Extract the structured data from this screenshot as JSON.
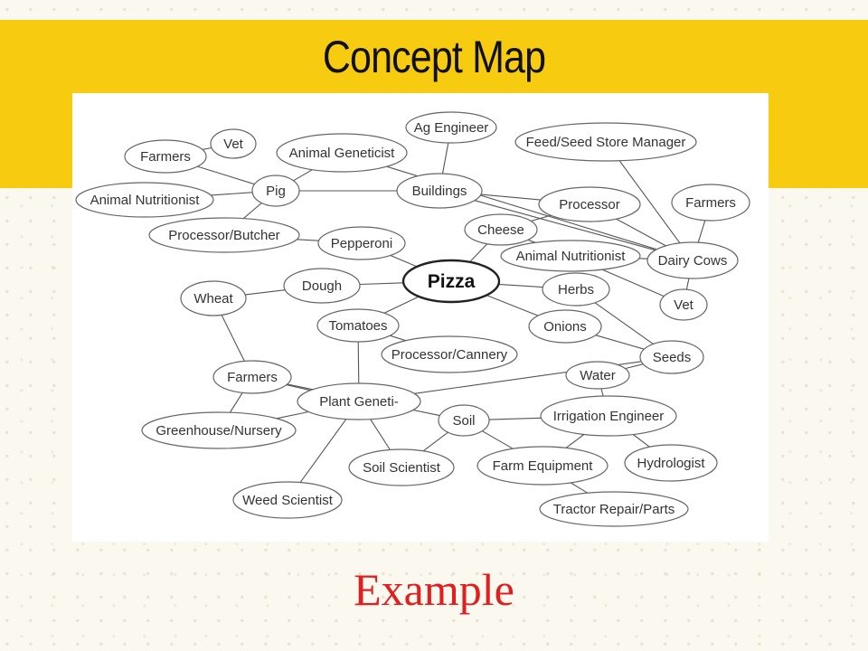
{
  "slide": {
    "title": "Concept Map",
    "caption": "Example"
  },
  "concept_map": {
    "center": "Pizza",
    "nodes": [
      {
        "id": "pizza",
        "label": "Pizza"
      },
      {
        "id": "ag-engineer",
        "label": "Ag Engineer"
      },
      {
        "id": "feed-seed-store-manager",
        "label": "Feed/Seed Store Manager"
      },
      {
        "id": "vet-top",
        "label": "Vet"
      },
      {
        "id": "farmers-top",
        "label": "Farmers"
      },
      {
        "id": "animal-geneticist",
        "label": "Animal Geneticist"
      },
      {
        "id": "animal-nutritionist-left",
        "label": "Animal Nutritionist"
      },
      {
        "id": "pig",
        "label": "Pig"
      },
      {
        "id": "buildings",
        "label": "Buildings"
      },
      {
        "id": "processor",
        "label": "Processor"
      },
      {
        "id": "farmers-right",
        "label": "Farmers"
      },
      {
        "id": "processor-butcher",
        "label": "Processor/Butcher"
      },
      {
        "id": "cheese",
        "label": "Cheese"
      },
      {
        "id": "pepperoni",
        "label": "Pepperoni"
      },
      {
        "id": "animal-nutritionist-right",
        "label": "Animal Nutritionist"
      },
      {
        "id": "dairy-cows",
        "label": "Dairy Cows"
      },
      {
        "id": "dough",
        "label": "Dough"
      },
      {
        "id": "wheat",
        "label": "Wheat"
      },
      {
        "id": "herbs",
        "label": "Herbs"
      },
      {
        "id": "vet-right",
        "label": "Vet"
      },
      {
        "id": "tomatoes",
        "label": "Tomatoes"
      },
      {
        "id": "onions",
        "label": "Onions"
      },
      {
        "id": "processor-cannery",
        "label": "Processor/Cannery"
      },
      {
        "id": "seeds",
        "label": "Seeds"
      },
      {
        "id": "water",
        "label": "Water"
      },
      {
        "id": "farmers-mid",
        "label": "Farmers"
      },
      {
        "id": "plant-geneti",
        "label": "Plant Geneti-"
      },
      {
        "id": "irrigation-engineer",
        "label": "Irrigation Engineer"
      },
      {
        "id": "soil",
        "label": "Soil"
      },
      {
        "id": "greenhouse-nursery",
        "label": "Greenhouse/Nursery"
      },
      {
        "id": "hydrologist",
        "label": "Hydrologist"
      },
      {
        "id": "soil-scientist",
        "label": "Soil Scientist"
      },
      {
        "id": "farm-equipment",
        "label": "Farm Equipment"
      },
      {
        "id": "weed-scientist",
        "label": "Weed Scientist"
      },
      {
        "id": "tractor-repair-parts",
        "label": "Tractor Repair/Parts"
      }
    ],
    "edges": [
      [
        "pizza",
        "pepperoni"
      ],
      [
        "pizza",
        "cheese"
      ],
      [
        "pizza",
        "dough"
      ],
      [
        "pizza",
        "tomatoes"
      ],
      [
        "pizza",
        "herbs"
      ],
      [
        "pizza",
        "onions"
      ],
      [
        "pepperoni",
        "processor-butcher"
      ],
      [
        "processor-butcher",
        "pig"
      ],
      [
        "pig",
        "farmers-top"
      ],
      [
        "pig",
        "animal-nutritionist-left"
      ],
      [
        "pig",
        "animal-geneticist"
      ],
      [
        "pig",
        "buildings"
      ],
      [
        "farmers-top",
        "vet-top"
      ],
      [
        "buildings",
        "ag-engineer"
      ],
      [
        "buildings",
        "processor"
      ],
      [
        "buildings",
        "dairy-cows"
      ],
      [
        "animal-geneticist",
        "dairy-cows"
      ],
      [
        "feed-seed-store-manager",
        "dairy-cows"
      ],
      [
        "processor",
        "dairy-cows"
      ],
      [
        "cheese",
        "processor"
      ],
      [
        "cheese",
        "animal-nutritionist-right"
      ],
      [
        "farmers-right",
        "dairy-cows"
      ],
      [
        "animal-nutritionist-right",
        "dairy-cows"
      ],
      [
        "dairy-cows",
        "vet-right"
      ],
      [
        "animal-nutritionist-right",
        "vet-right"
      ],
      [
        "dough",
        "wheat"
      ],
      [
        "wheat",
        "farmers-mid"
      ],
      [
        "herbs",
        "seeds"
      ],
      [
        "onions",
        "seeds"
      ],
      [
        "seeds",
        "water"
      ],
      [
        "seeds",
        "plant-geneti"
      ],
      [
        "water",
        "irrigation-engineer"
      ],
      [
        "tomatoes",
        "processor-cannery"
      ],
      [
        "tomatoes",
        "plant-geneti"
      ],
      [
        "farmers-mid",
        "plant-geneti"
      ],
      [
        "farmers-mid",
        "soil"
      ],
      [
        "farmers-mid",
        "greenhouse-nursery"
      ],
      [
        "plant-geneti",
        "greenhouse-nursery"
      ],
      [
        "plant-geneti",
        "weed-scientist"
      ],
      [
        "plant-geneti",
        "soil-scientist"
      ],
      [
        "soil",
        "soil-scientist"
      ],
      [
        "soil",
        "farm-equipment"
      ],
      [
        "soil",
        "irrigation-engineer"
      ],
      [
        "irrigation-engineer",
        "farm-equipment"
      ],
      [
        "irrigation-engineer",
        "hydrologist"
      ],
      [
        "farm-equipment",
        "tractor-repair-parts"
      ]
    ]
  }
}
